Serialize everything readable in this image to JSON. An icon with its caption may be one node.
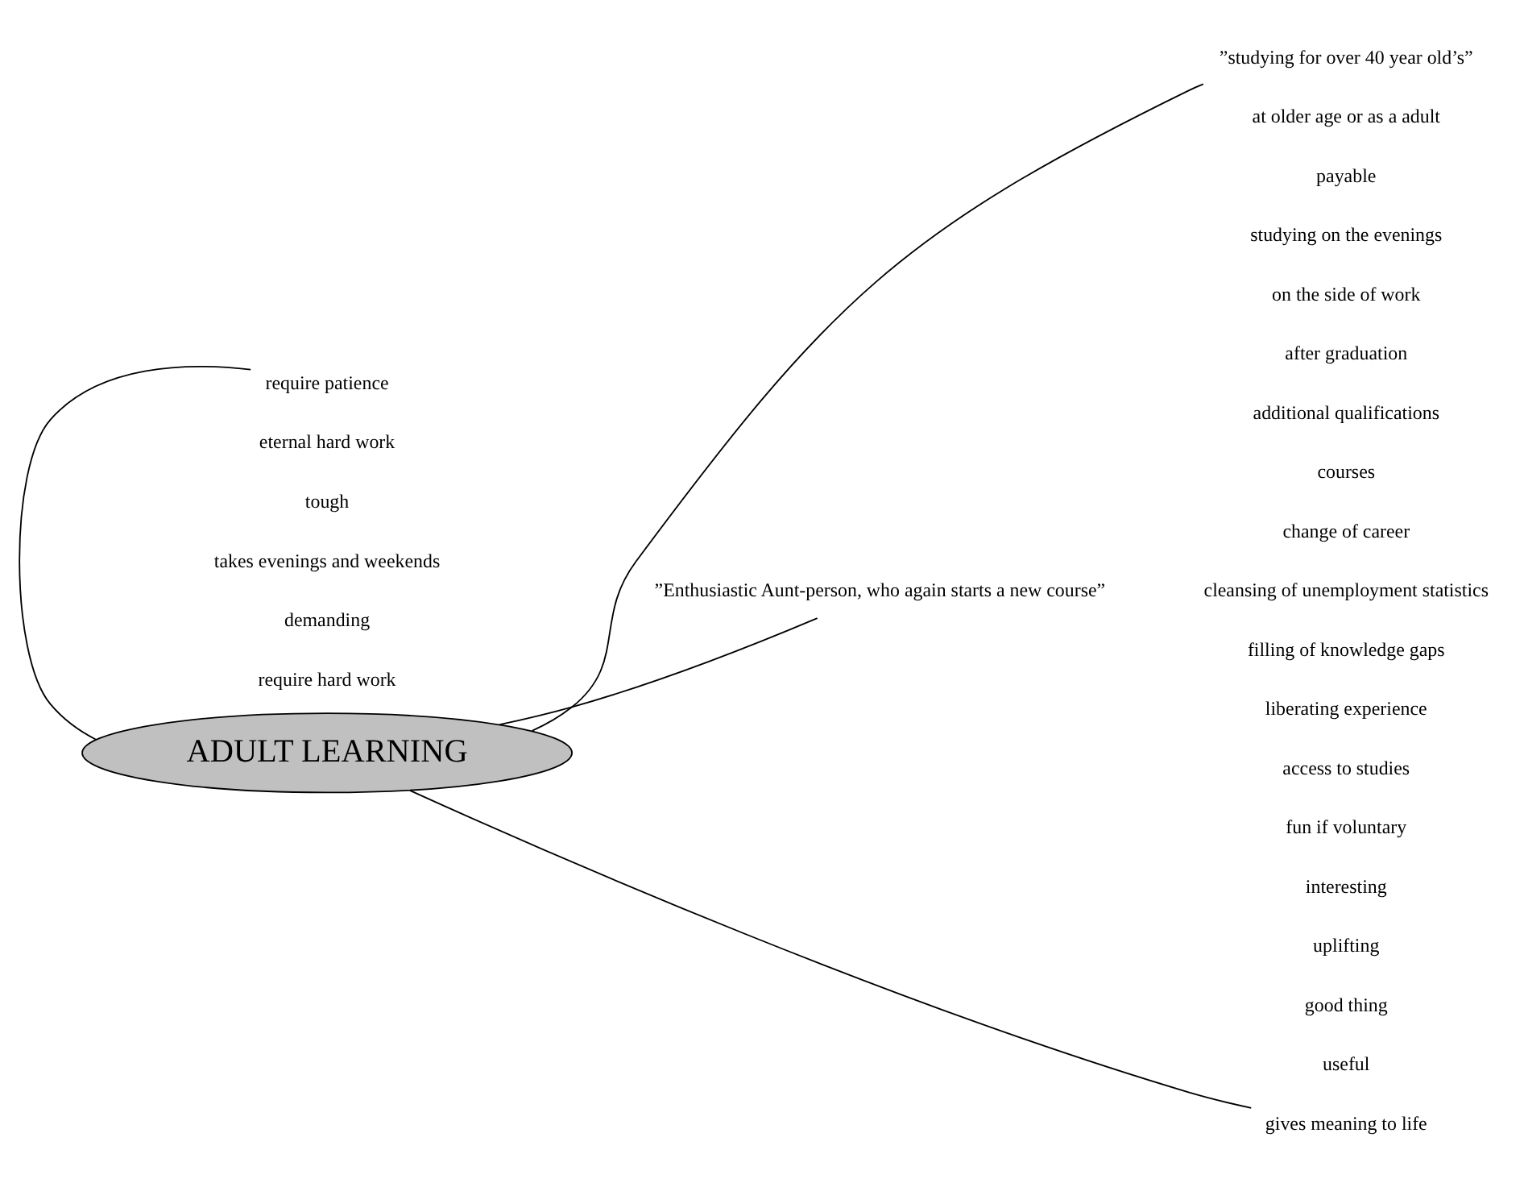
{
  "diagram": {
    "nodes": [
      {
        "text": [
          "”studying for over 40 year old’s”"
        ]
      },
      {
        "text": [
          "require patience"
        ]
      },
      {
        "text": [
          "ADULT LEARNING"
        ]
      },
      {
        "text": [
          "”Enthusiastic Aunt-person, who again starts a new course”"
        ]
      },
      {
        "text": [
          "gives meaning to life"
        ]
      }
    ],
    "edges": [
      {
        "from": 2,
        "to": 0,
        "arrow": "none"
      },
      {
        "from": 1,
        "to": 2,
        "arrow": "none"
      },
      {
        "from": 3,
        "to": 2,
        "arrow": "none"
      },
      {
        "from": 2,
        "to": 4,
        "arrow": "none"
      }
    ],
    "labels": [
      "eternal hard work",
      "tough",
      "takes evenings and weekends",
      "demanding",
      "require hard work",
      "at older age or as a adult",
      "payable",
      "studying on the evenings",
      "on the side of work",
      "after graduation",
      "additional qualifications",
      "courses",
      "change of career",
      "cleansing of unemployment statistics",
      "filling of knowledge gaps",
      "liberating experience",
      "access to studies",
      "fun if voluntary",
      "interesting",
      "uplifting",
      "good thing",
      "useful"
    ]
  }
}
